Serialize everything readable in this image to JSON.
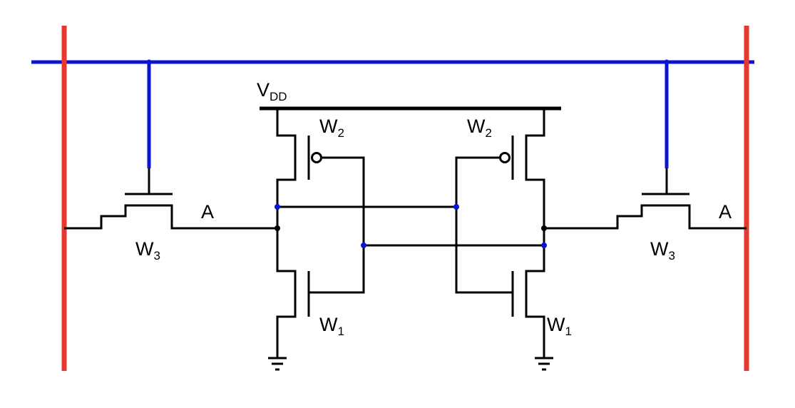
{
  "diagram": {
    "colors": {
      "bitline": "#e8372c",
      "wordline": "#0a14d4",
      "wire": "#000000",
      "node": "#0a14d4"
    },
    "labels": {
      "vdd_main": "V",
      "vdd_sub": "DD",
      "w_main": "W",
      "pmos_sub": "2",
      "nmos_sub": "1",
      "access_sub": "3",
      "node_a_left": "A",
      "node_a_right": "A"
    }
  }
}
